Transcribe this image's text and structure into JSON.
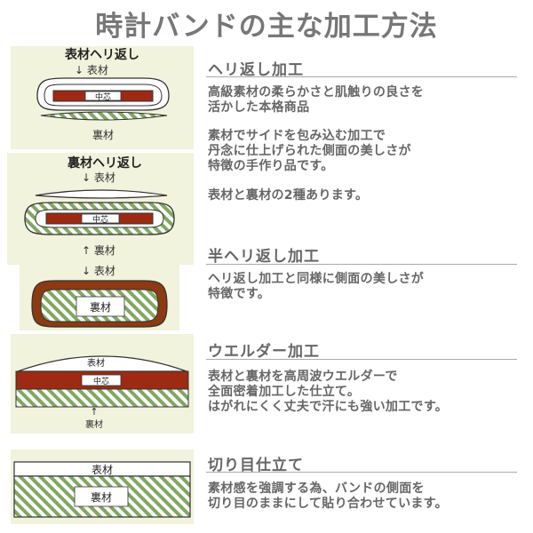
{
  "title": "時計バンドの主な加工方法",
  "colors": {
    "panel_bg": "#f1f3dc",
    "hatch_green": "#7fa860",
    "core_red": "#9e2a13",
    "edge_brown": "#8b3a12",
    "text_gray": "#666666"
  },
  "diagrams": {
    "d1": {
      "heading": "表材ヘリ返し",
      "top_label": "↓ 表材",
      "core_label": "中芯",
      "bottom_label": "裏材"
    },
    "d2": {
      "heading": "裏材ヘリ返し",
      "top_label": "↓ 表材",
      "core_label": "中芯",
      "bottom_label": "↑ 裏材"
    },
    "d3": {
      "top_label": "↓ 表材",
      "inner_label": "裏材"
    },
    "d4": {
      "top_label": "表材",
      "core_label": "中芯",
      "bottom_arrow": "↑",
      "bottom_label": "裏材"
    },
    "d5": {
      "top_label": "表材",
      "inner_label": "裏材"
    }
  },
  "sections": [
    {
      "title": "ヘリ返し加工",
      "paragraphs": [
        [
          "高級素材の柔らかさと肌触りの良さを",
          "活かした本格商品"
        ],
        [
          "素材でサイドを包み込む加工で",
          "丹念に仕上げられた側面の美しさが",
          "特徴の手作り品です。"
        ],
        [
          "表材と裏材の2種あります。"
        ]
      ]
    },
    {
      "title": "半ヘリ返し加工",
      "paragraphs": [
        [
          "ヘリ返し加工と同様に側面の美しさが",
          "特徴です。"
        ]
      ]
    },
    {
      "title": "ウエルダー加工",
      "paragraphs": [
        [
          "表材と裏材を高周波ウエルダーで",
          "全面密着加工した仕立て。",
          "はがれにくく丈夫で汗にも強い加工です。"
        ]
      ]
    },
    {
      "title": "切り目仕立て",
      "paragraphs": [
        [
          "素材感を強調する為、バンドの側面を",
          "切り目のままにして貼り合わせています。"
        ]
      ]
    }
  ]
}
